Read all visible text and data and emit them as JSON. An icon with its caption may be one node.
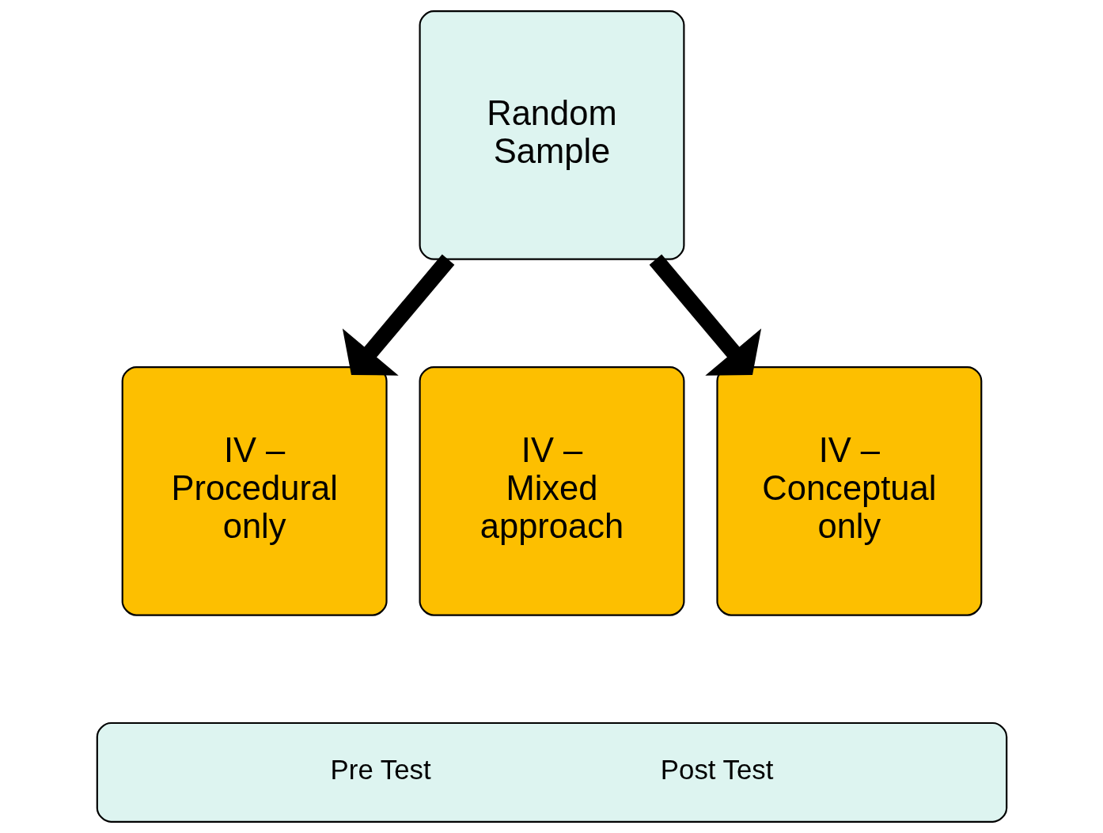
{
  "diagram": {
    "nodes": [
      {
        "text": [
          "Random Sample"
        ]
      },
      {
        "text": [
          "IV – Procedural only"
        ]
      },
      {
        "text": [
          "IV – Mixed approach"
        ]
      },
      {
        "text": [
          "IV – Conceptual only"
        ]
      },
      {
        "text": [
          "Pre Test",
          "Post Test"
        ]
      }
    ],
    "edges": [
      {
        "from": 0,
        "to": 1,
        "arrow": "to"
      },
      {
        "from": 0,
        "to": 3,
        "arrow": "to"
      }
    ]
  }
}
